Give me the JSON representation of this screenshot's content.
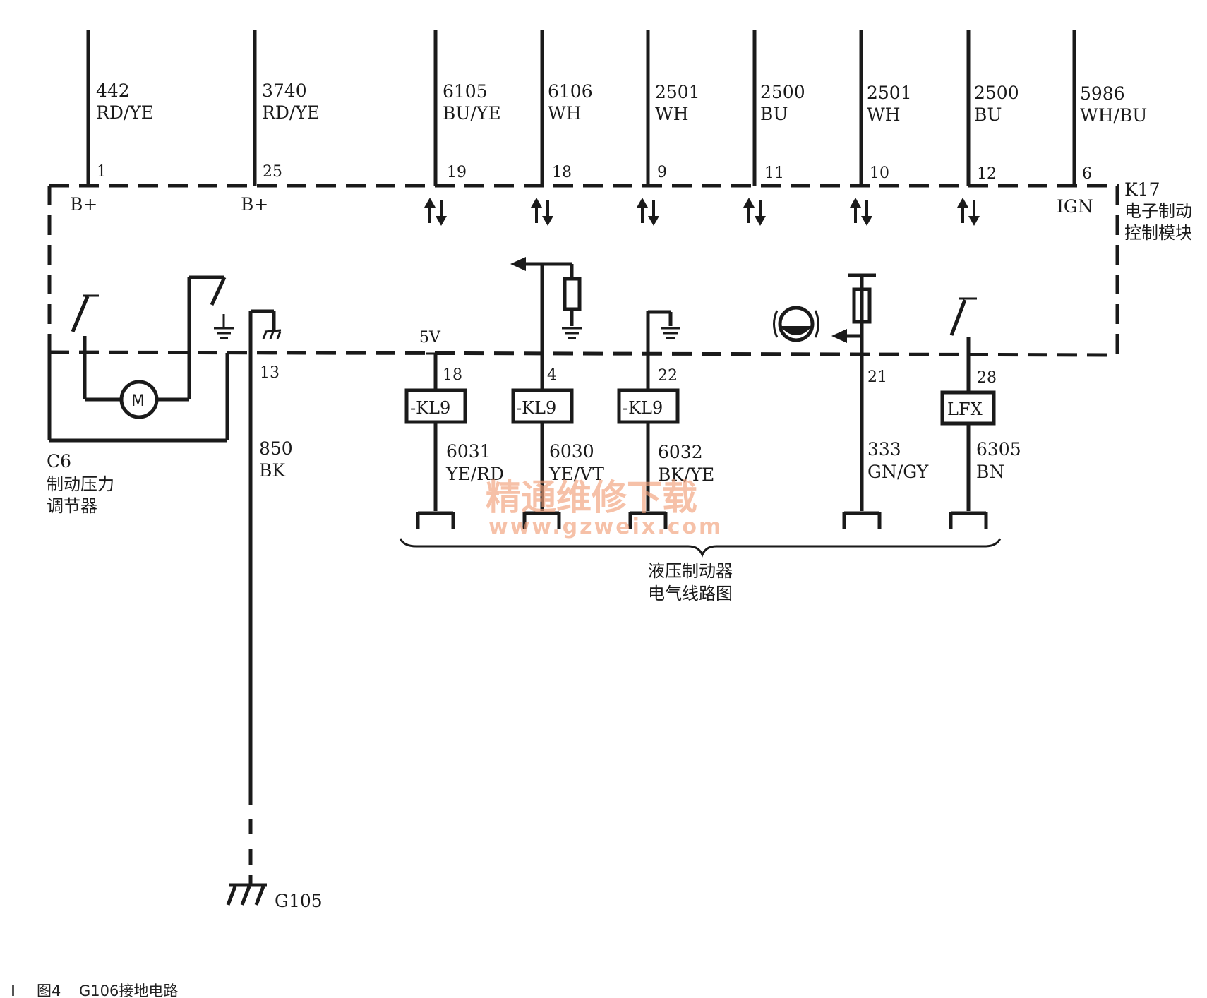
{
  "top_wires": [
    {
      "circuit": "442",
      "color": "RD/YE",
      "pin": "1",
      "label": "B+"
    },
    {
      "circuit": "3740",
      "color": "RD/YE",
      "pin": "25",
      "label": "B+"
    },
    {
      "circuit": "6105",
      "color": "BU/YE",
      "pin": "19",
      "label": ""
    },
    {
      "circuit": "6106",
      "color": "WH",
      "pin": "18",
      "label": ""
    },
    {
      "circuit": "2501",
      "color": "WH",
      "pin": "9",
      "label": ""
    },
    {
      "circuit": "2500",
      "color": "BU",
      "pin": "11",
      "label": ""
    },
    {
      "circuit": "2501",
      "color": "WH",
      "pin": "10",
      "label": ""
    },
    {
      "circuit": "2500",
      "color": "BU",
      "pin": "12",
      "label": ""
    },
    {
      "circuit": "5986",
      "color": "WH/BU",
      "pin": "6",
      "label": "IGN"
    }
  ],
  "module": {
    "id": "K17",
    "name_line1": "电子制动",
    "name_line2": "控制模块"
  },
  "regulator": {
    "id": "C6",
    "name_line1": "制动压力",
    "name_line2": "调节器",
    "motor_symbol": "M"
  },
  "ground_wire": {
    "pin": "13",
    "circuit": "850",
    "color": "BK",
    "ground_id": "G105"
  },
  "bottom_wires": [
    {
      "pin": "18",
      "box": "-KL9",
      "circuit": "6031",
      "color": "YE/RD",
      "note": "5V"
    },
    {
      "pin": "4",
      "box": "-KL9",
      "circuit": "6030",
      "color": "YE/VT",
      "note": ""
    },
    {
      "pin": "22",
      "box": "-KL9",
      "circuit": "6032",
      "color": "BK/YE",
      "note": ""
    },
    {
      "pin": "21",
      "box": "",
      "circuit": "333",
      "color": "GN/GY",
      "note": ""
    },
    {
      "pin": "28",
      "box": "LFX",
      "circuit": "6305",
      "color": "BN",
      "note": ""
    }
  ],
  "hydraulic_ref": {
    "line1": "液压制动器",
    "line2": "电气线路图"
  },
  "watermark": {
    "line1": "精通维修下载",
    "line2": "www.gzweix.com"
  },
  "caption": {
    "fig": "图4",
    "text": "G106接地电路"
  }
}
